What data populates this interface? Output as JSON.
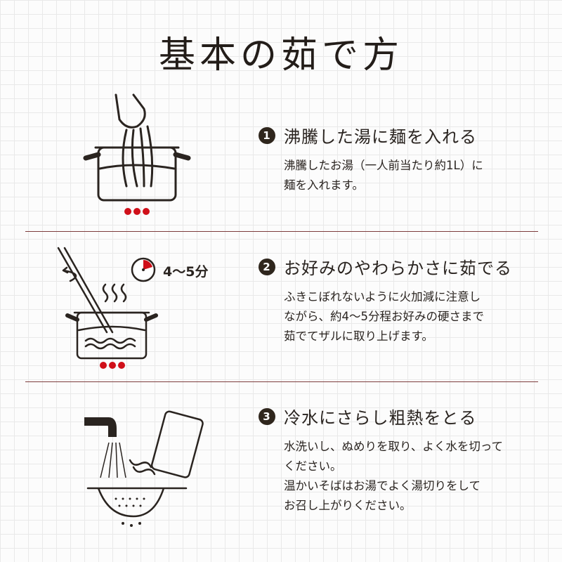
{
  "title": "基本の茹で方",
  "steps": [
    {
      "number": "1",
      "heading": "沸騰した湯に麺を入れる",
      "body": [
        "沸騰したお湯（一人前当たり約1L）に",
        "麺を入れます。"
      ]
    },
    {
      "number": "2",
      "heading": "お好みのやわらかさに茹でる",
      "body": [
        "ふきこぼれないように火加減に注意し",
        "ながら、約4〜5分程お好みの硬さまで",
        "茹でてザルに取り上げます。"
      ],
      "timer_label": "4〜5分"
    },
    {
      "number": "3",
      "heading": "冷水にさらし粗熱をとる",
      "body": [
        "水洗いし、ぬめりを取り、よく水を切って",
        "ください。",
        "温かいそばはお湯でよく湯切りをして",
        "お召し上がりください。"
      ]
    }
  ],
  "colors": {
    "accent": "#d0101a",
    "divider": "#7d3c3c",
    "text": "#2a2420"
  }
}
